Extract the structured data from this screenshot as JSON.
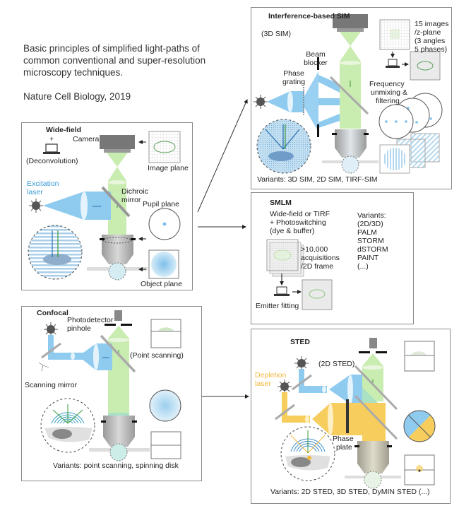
{
  "intro": {
    "description": "Basic principles of simplified light-paths of common conventional and super-resolution microscopy techniques.",
    "citation": "Nature Cell Biology, 2019"
  },
  "colors": {
    "excitation": "#8fcbef",
    "emission": "#c9ecb0",
    "depletion": "#f7cd5e",
    "border": "#8a8a8a",
    "objective": "#b3b3b3"
  },
  "widefield": {
    "title": "Wide-field",
    "plus": "+",
    "deconvolution": "(Deconvolution)",
    "camera": "Camera",
    "image_plane": "Image plane",
    "excitation_laser": "Excitation laser",
    "dichroic_mirror": "Dichroic mirror",
    "pupil_plane": "Pupil plane",
    "object_plane": "Object plane"
  },
  "confocal": {
    "title": "Confocal",
    "photodetector": "Photodetector",
    "pinhole": "pinhole",
    "point_scanning": "(Point scanning)",
    "scanning_mirror": "Scanning mirror",
    "variants": "Variants: point scanning, spinning disk"
  },
  "sim": {
    "title": "Interference-based SIM",
    "subtitle": "(3D SIM)",
    "beam_blocker": "Beam blocker",
    "phase_grating": "Phase grating",
    "images_note": "15 images /z-plane (3 angles 5 phases)",
    "images_lines": [
      "15 images",
      "/z-plane",
      "(3 angles",
      "5 phases)"
    ],
    "frequency_lines": [
      "Frequency",
      "unmixing &",
      "filtering"
    ],
    "variants": "Variants: 3D SIM, 2D SIM, TIRF-SIM"
  },
  "smlm": {
    "title": "SMLM",
    "mode_lines": [
      "Wide-field or TIRF",
      "+ Photoswitching",
      "(dye & buffer)"
    ],
    "variants_lines": [
      "Variants:",
      "(2D/3D)",
      "PALM",
      "STORM",
      "dSTORM",
      "PAINT",
      "(...)"
    ],
    "acquisitions_lines": [
      ">10,000",
      "acquisitions",
      "/2D frame"
    ],
    "emitter_fitting": "Emitter fitting"
  },
  "sted": {
    "title": "STED",
    "subtitle": "(2D STED)",
    "depletion_lines": [
      "Depletion",
      "laser"
    ],
    "phase_plate_lines": [
      "Phase",
      "plate"
    ],
    "variants": "Variants: 2D STED, 3D STED, DyMIN STED (...)"
  }
}
